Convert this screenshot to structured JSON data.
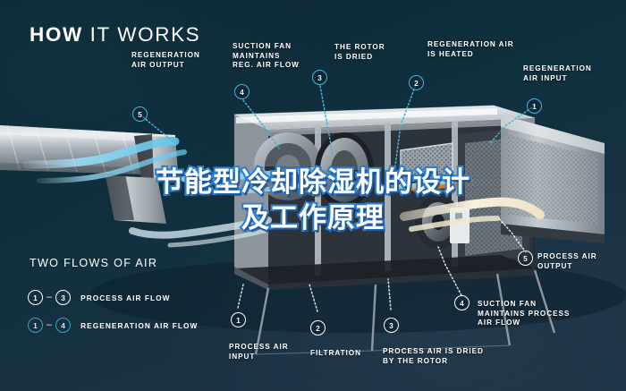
{
  "header": {
    "bold": "HOW",
    "light": " IT WORKS"
  },
  "overlay": {
    "line1": "节能型冷却除湿机的设计",
    "line2": "及工作原理"
  },
  "colors": {
    "background": "#0d2733",
    "accent_blue": "#49b4d8",
    "text": "#ffffff",
    "airflow_cyan": "#7fd3ee",
    "heater_orange": "#e8831f",
    "overlay_stroke": "#2f7fd0"
  },
  "callouts": [
    {
      "num": "5",
      "style": "blue",
      "label": "REGENERATION\nAIR OUTPUT"
    },
    {
      "num": "4",
      "style": "blue",
      "label": "SUCTION FAN\nMAINTAINS\nREG. AIR FLOW"
    },
    {
      "num": "3",
      "style": "blue",
      "label": "THE ROTOR\nIS DRIED"
    },
    {
      "num": "2",
      "style": "blue",
      "label": "REGENERATION AIR\nIS HEATED"
    },
    {
      "num": "1",
      "style": "blue",
      "label": "REGENERATION\nAIR INPUT"
    },
    {
      "num": "5",
      "style": "white",
      "label": "PROCESS AIR\nOUTPUT"
    },
    {
      "num": "4",
      "style": "white",
      "label": "SUCTION FAN\nMAINTAINS PROCESS\nAIR FLOW"
    },
    {
      "num": "3",
      "style": "white",
      "label": "PROCESS AIR IS DRIED\nBY THE ROTOR"
    },
    {
      "num": "2",
      "style": "white",
      "label": "FILTRATION"
    },
    {
      "num": "1",
      "style": "white",
      "label": "PROCESS AIR\nINPUT"
    }
  ],
  "legend": {
    "title": "TWO FLOWS OF AIR",
    "rows": [
      {
        "from": "1",
        "to": "3",
        "dash": "–",
        "label": "PROCESS AIR FLOW",
        "style": "white"
      },
      {
        "from": "1",
        "to": "4",
        "dash": "–",
        "label": "REGENERATION AIR FLOW",
        "style": "blue"
      }
    ]
  }
}
